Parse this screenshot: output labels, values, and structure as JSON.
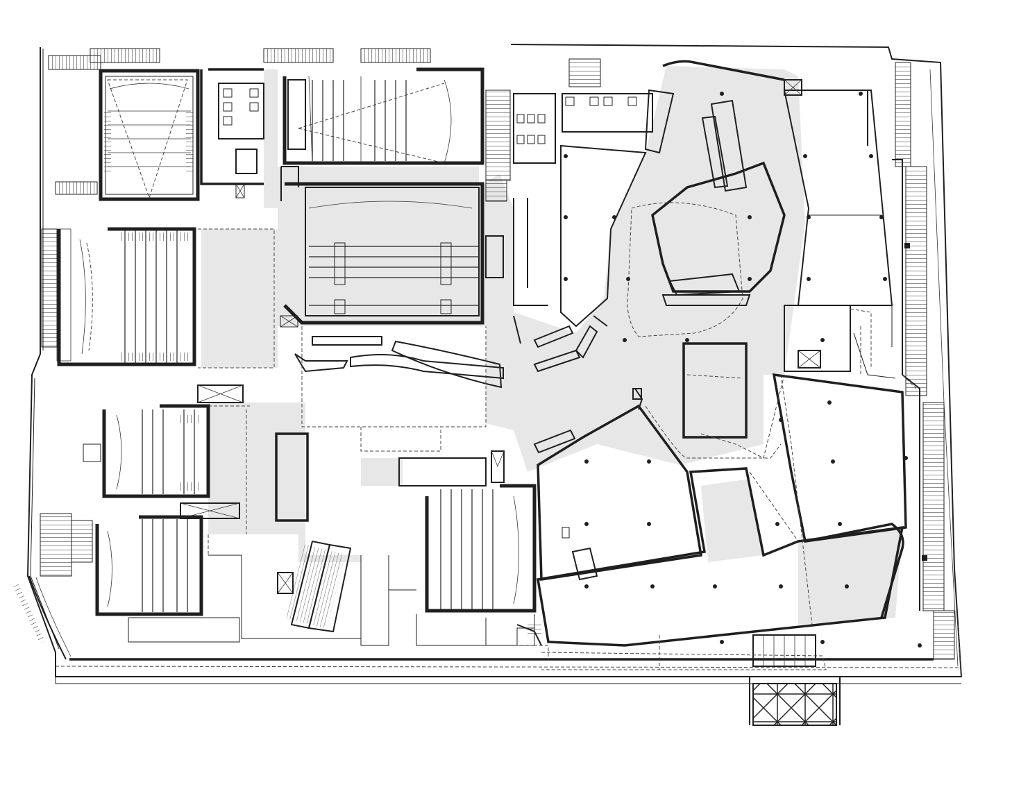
{
  "drawing": {
    "type": "architectural-floor-plan",
    "palette": {
      "line": "#1f1f1f",
      "tone_fill": "#e7e7e7",
      "background": "#ffffff"
    },
    "columns_north_wing": 6,
    "columns_south_wing": 14
  }
}
